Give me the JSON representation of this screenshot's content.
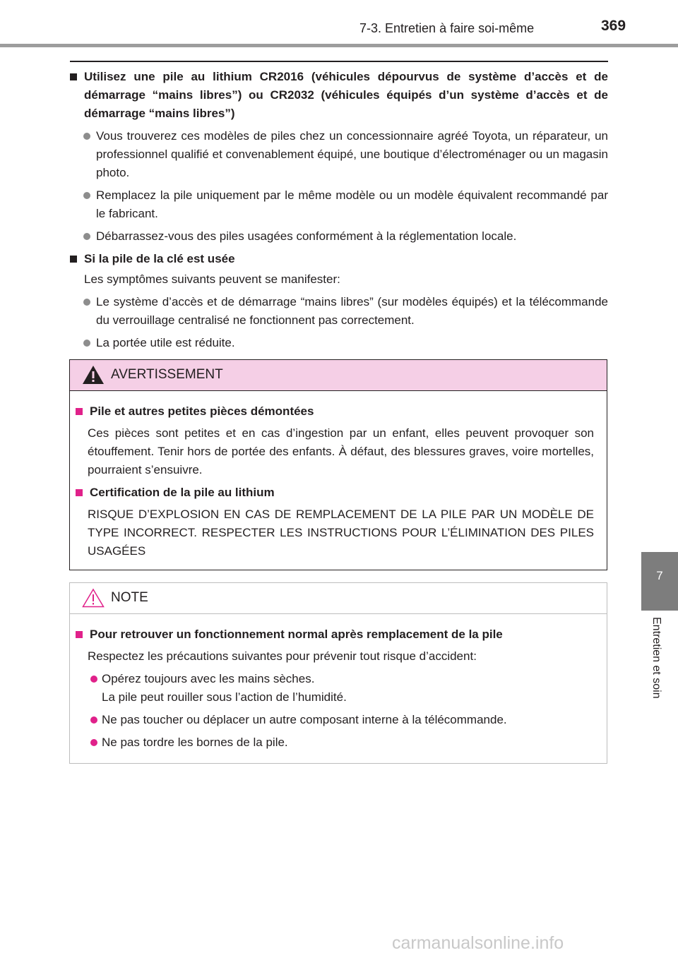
{
  "header": {
    "section": "7-3. Entretien à faire soi-même",
    "page_number": "369"
  },
  "side_tab": {
    "chapter_number": "7",
    "chapter_title": "Entretien et soin"
  },
  "main": {
    "section1": {
      "heading": "Utilisez une pile au lithium CR2016 (véhicules dépourvus de système d’accès et de démarrage “mains libres”) ou CR2032 (véhicules équipés d’un système d’accès et de démarrage “mains libres”)",
      "bullets": [
        "Vous trouverez ces modèles de piles chez un concessionnaire agréé Toyota, un réparateur, un professionnel qualifié et convenablement équipé, une boutique d’électroménager ou un magasin photo.",
        "Remplacez la pile uniquement par le même modèle ou un modèle équivalent recommandé par le fabricant.",
        "Débarrassez-vous des piles usagées conformément à la réglementation locale."
      ]
    },
    "section2": {
      "heading": "Si la pile de la clé est usée",
      "intro": "Les symptômes suivants peuvent se manifester:",
      "bullets": [
        "Le système d’accès et de démarrage “mains libres” (sur modèles équipés) et la télécommande du verrouillage centralisé ne fonctionnent pas correctement.",
        "La portée utile est réduite."
      ]
    }
  },
  "warning_box": {
    "title": "AVERTISSEMENT",
    "item1": {
      "heading": "Pile et autres petites pièces démontées",
      "text": "Ces pièces sont petites et en cas d’ingestion par un enfant, elles peuvent provoquer son étouffement. Tenir hors de portée des enfants. À défaut, des blessures graves, voire mortelles, pourraient s’ensuivre."
    },
    "item2": {
      "heading": "Certification de la pile au lithium",
      "text": "RISQUE D’EXPLOSION EN CAS DE REMPLACEMENT DE LA PILE PAR UN MODÈLE DE TYPE INCORRECT. RESPECTER LES INSTRUCTIONS POUR L’ÉLIMINATION DES PILES USAGÉES"
    }
  },
  "note_box": {
    "title": "NOTE",
    "heading": "Pour retrouver un fonctionnement normal après remplacement de la pile",
    "intro": "Respectez les précautions suivantes pour prévenir tout risque d’accident:",
    "bullet1_line1": "Opérez toujours avec les mains sèches.",
    "bullet1_line2": "La pile peut rouiller sous l’action de l’humidité.",
    "bullet2": "Ne pas toucher ou déplacer un autre composant interne à la télécommande.",
    "bullet3": "Ne pas tordre les bornes de la pile."
  },
  "watermark": "carmanualsonline.info",
  "colors": {
    "accent_magenta": "#e0218a",
    "warning_header_bg": "#f5cfe6",
    "side_tab_gray": "#7d7d7d"
  },
  "icons": [
    "warning-triangle-icon",
    "note-triangle-icon"
  ]
}
